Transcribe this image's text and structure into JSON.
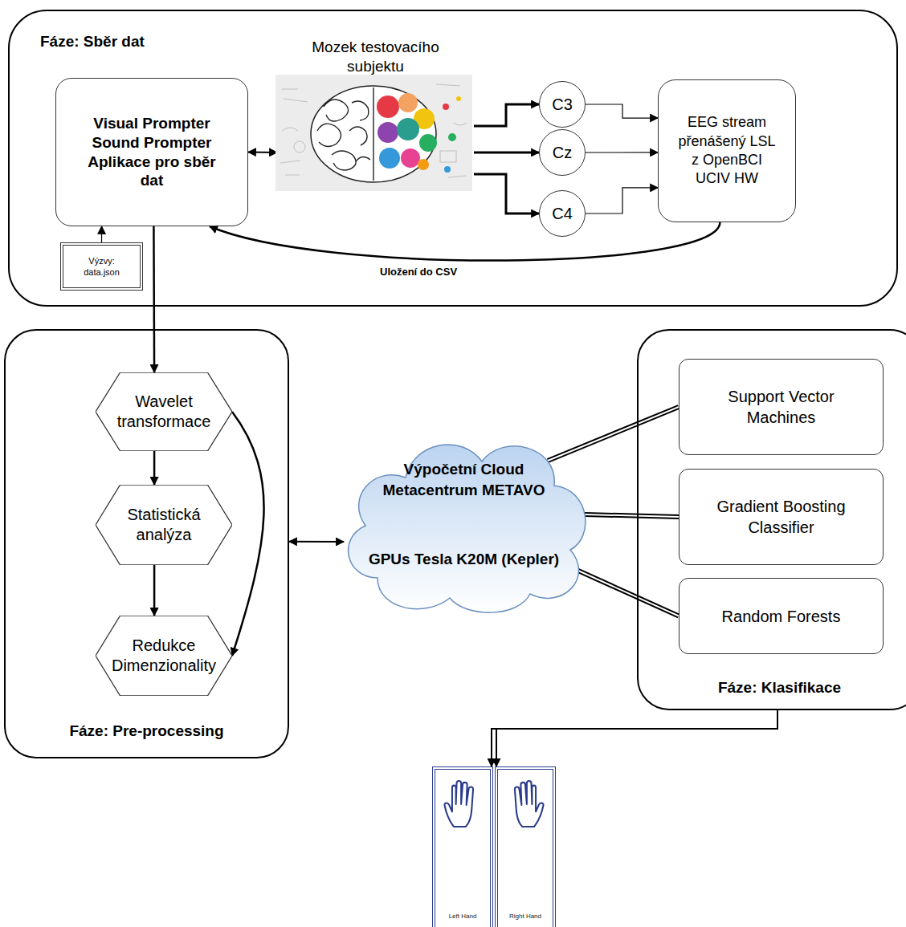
{
  "diagram": {
    "nodes": [
      {
        "text": [
          "Fáze: Sběr dat"
        ]
      },
      {
        "text": [
          "Visual Prompter",
          "Sound Prompter",
          "Aplikace pro sběr dat"
        ],
        "in": 0
      },
      {
        "text": [
          "Výzvy: data.json"
        ],
        "in": 0
      },
      {
        "text": [
          "Mozek testovacího subjektu"
        ],
        "in": 0
      },
      {
        "text": [
          "C3"
        ],
        "in": 0
      },
      {
        "text": [
          "Cz"
        ],
        "in": 0
      },
      {
        "text": [
          "C4"
        ],
        "in": 0
      },
      {
        "text": [
          "EEG stream přenášený LSL z OpenBCI UCIV HW"
        ],
        "in": 0
      },
      {
        "text": [
          "Fáze: Pre-processing"
        ]
      },
      {
        "text": [
          "Wavelet transformace"
        ],
        "in": 8
      },
      {
        "text": [
          "Statistická analýza"
        ],
        "in": 8
      },
      {
        "text": [
          "Redukce Dimenzionality"
        ],
        "in": 8
      },
      {
        "text": [
          "Výpočetní Cloud Metacentrum METAVO",
          "GPUs Tesla K20M (Kepler)"
        ]
      },
      {
        "text": [
          "Fáze: Klasifikace"
        ]
      },
      {
        "text": [
          "Support Vector Machines"
        ],
        "in": 13
      },
      {
        "text": [
          "Gradient Boosting Classifier"
        ],
        "in": 13
      },
      {
        "text": [
          "Random Forests"
        ],
        "in": 13
      },
      {
        "text": [
          "Left Hand"
        ]
      },
      {
        "text": [
          "Right Hand"
        ]
      }
    ],
    "edges": [
      {
        "from": 2,
        "to": 1,
        "arrow": "to"
      },
      {
        "from": 1,
        "to": 3,
        "arrow": "both"
      },
      {
        "from": 3,
        "to": 4,
        "arrow": "to"
      },
      {
        "from": 3,
        "to": 5,
        "arrow": "to"
      },
      {
        "from": 3,
        "to": 6,
        "arrow": "to"
      },
      {
        "from": 4,
        "to": 7,
        "arrow": "to"
      },
      {
        "from": 5,
        "to": 7,
        "arrow": "to"
      },
      {
        "from": 6,
        "to": 7,
        "arrow": "to"
      },
      {
        "from": 7,
        "to": 1,
        "label": "Uložení do CSV",
        "arrow": "to"
      },
      {
        "from": 1,
        "to": 9,
        "arrow": "to"
      },
      {
        "from": 9,
        "to": 10,
        "arrow": "to"
      },
      {
        "from": 10,
        "to": 11,
        "arrow": "to"
      },
      {
        "from": 9,
        "to": 11,
        "arrow": "to"
      },
      {
        "from": 8,
        "to": 12,
        "arrow": "both"
      },
      {
        "from": 12,
        "to": 14,
        "arrow": "none"
      },
      {
        "from": 12,
        "to": 15,
        "arrow": "none"
      },
      {
        "from": 12,
        "to": 16,
        "arrow": "none"
      },
      {
        "from": 13,
        "to": 17,
        "arrow": "to"
      },
      {
        "from": 13,
        "to": 18,
        "arrow": "to"
      }
    ]
  }
}
